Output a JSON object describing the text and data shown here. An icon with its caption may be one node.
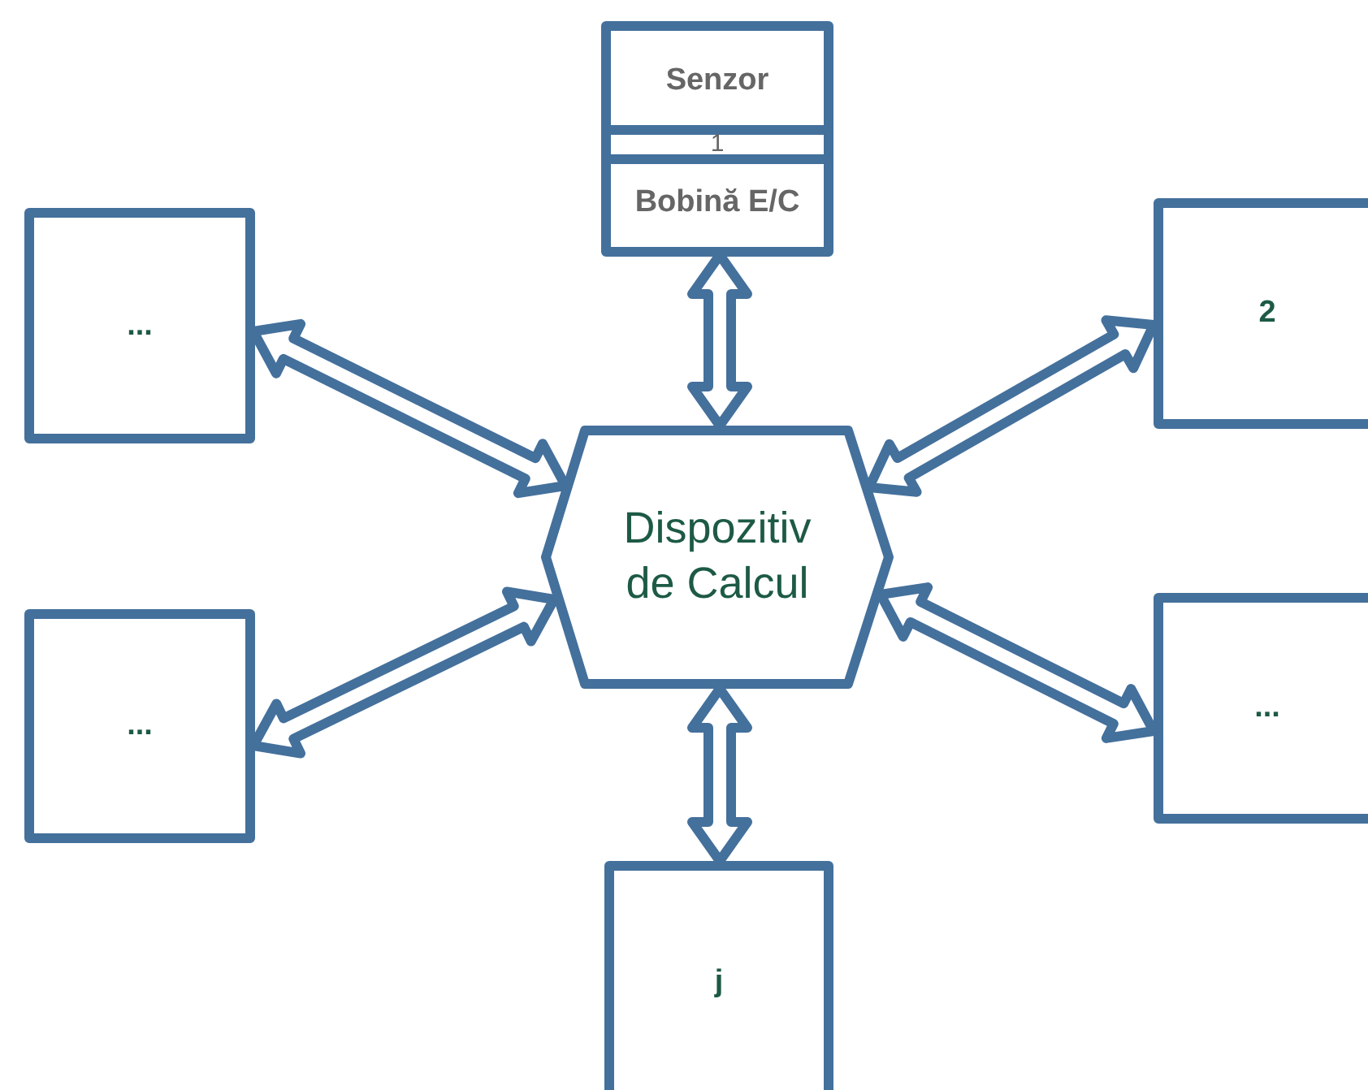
{
  "diagram": {
    "nodes": [
      {
        "text": [
          "Senzor",
          "1",
          "Bobină E/C"
        ]
      },
      {
        "text": [
          "..."
        ]
      },
      {
        "text": [
          "2"
        ]
      },
      {
        "text": [
          "Dispozitiv de Calcul"
        ]
      },
      {
        "text": [
          "..."
        ]
      },
      {
        "text": [
          "..."
        ]
      },
      {
        "text": [
          "j"
        ]
      }
    ],
    "edges": [
      {
        "from": 3,
        "to": 0,
        "arrow": "both"
      },
      {
        "from": 3,
        "to": 1,
        "arrow": "both"
      },
      {
        "from": 3,
        "to": 2,
        "arrow": "both"
      },
      {
        "from": 3,
        "to": 4,
        "arrow": "both"
      },
      {
        "from": 3,
        "to": 5,
        "arrow": "both"
      },
      {
        "from": 3,
        "to": 6,
        "arrow": "both"
      }
    ]
  }
}
